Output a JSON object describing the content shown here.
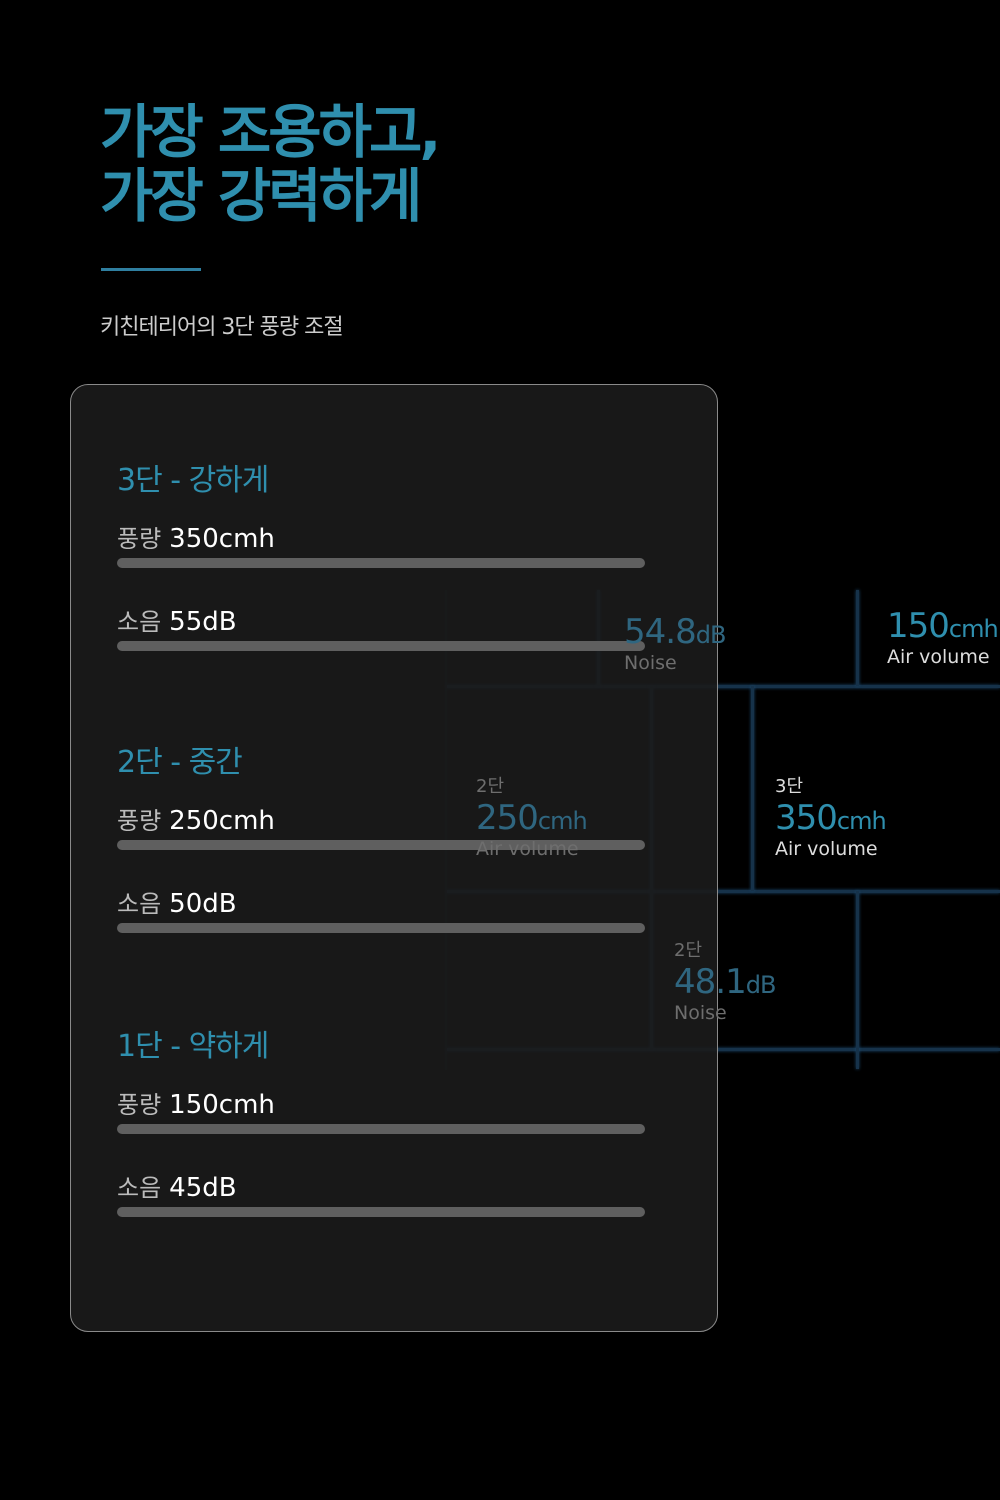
{
  "header": {
    "title_line1": "가장 조용하고,",
    "title_line2": "가장 강력하게",
    "subtitle": "키친테리어의 3단 풍량 조절"
  },
  "background_cells": [
    {
      "level": "",
      "value": "54.8",
      "unit": "dB",
      "caption": "Noise"
    },
    {
      "level": "",
      "value": "150",
      "unit": "cmh",
      "caption": "Air volume"
    },
    {
      "level": "2단",
      "value": "250",
      "unit": "cmh",
      "caption": "Air volume"
    },
    {
      "level": "3단",
      "value": "350",
      "unit": "cmh",
      "caption": "Air volume"
    },
    {
      "level": "2단",
      "value": "48.1",
      "unit": "dB",
      "caption": "Noise"
    }
  ],
  "levels": [
    {
      "title": "3단 - 강하게",
      "air_label": "풍량",
      "air_value": "350cmh",
      "air_fill": 1.0,
      "noise_label": "소음",
      "noise_value": "55dB",
      "noise_fill": 1.0
    },
    {
      "title": "2단 - 중간",
      "air_label": "풍량",
      "air_value": "250cmh",
      "air_fill": 1.0,
      "noise_label": "소음",
      "noise_value": "50dB",
      "noise_fill": 1.0
    },
    {
      "title": "1단 - 약하게",
      "air_label": "풍량",
      "air_value": "150cmh",
      "air_fill": 1.0,
      "noise_label": "소음",
      "noise_value": "45dB",
      "noise_fill": 1.0
    }
  ],
  "colors": {
    "accent": "#2f8fae",
    "bar": "#5f5f5f",
    "card": "#1b1b1b"
  }
}
